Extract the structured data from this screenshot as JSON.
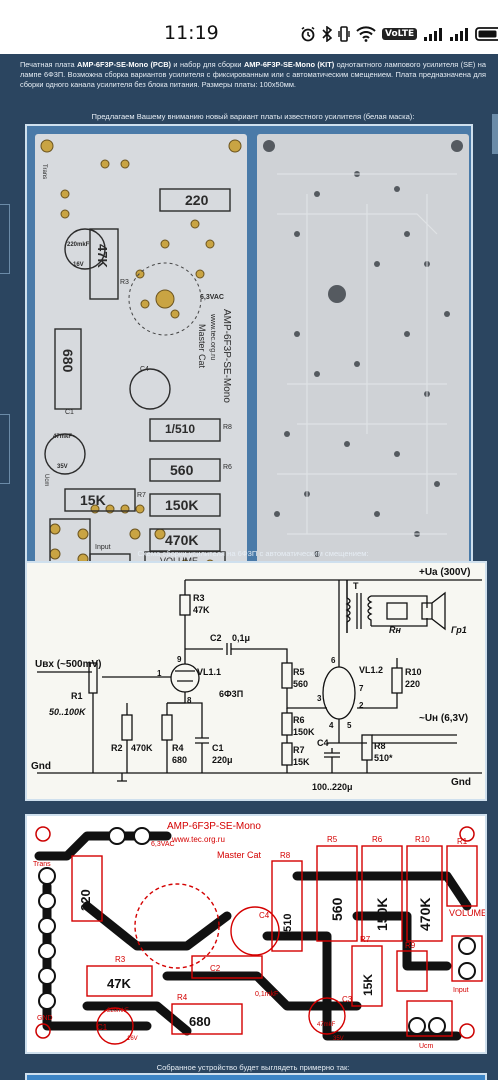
{
  "status_bar": {
    "time": "11:19",
    "volte": "VoLTE"
  },
  "article": {
    "intro_p1": "Печатная плата",
    "product_pcb": "AMP-6F3P-SE-Mono (PCB)",
    "intro_p2": "и набор для сборки",
    "product_kit": "AMP-6F3P-SE-Mono (KIT)",
    "intro_p3": "однотактного лампового усилителя (SE) на лампе 6Ф3П. Возможна сборка вариантов усилителя с фиксированным или с автоматическим смещением. Плата предназначена для сборки одного канала усилителя без блока питания. Размеры платы: 100х50мм.",
    "photo_caption": "Предлагаем Вашему вниманию новый вариант платы известного усилителя (белая маска):",
    "schematic_caption": "Схема сборки усилителя на 6Ф3П с автоматическим смещением:",
    "final_caption": "Собранное устройство будет выглядеть примерно так:"
  },
  "pcb_photo": {
    "labels": {
      "r220": "220",
      "r47k": "47K",
      "r680": "680",
      "r1510": "1/510",
      "r560": "560",
      "r150k": "150K",
      "r15k": "15K",
      "r470k": "470K",
      "cap220": "220mkF",
      "cap47": "47mkF",
      "v16": "16V",
      "v35": "35V",
      "vac": "6,3VAC",
      "title": "AMP-6F3P-SE-Mono",
      "site": "www.tec.org.ru",
      "author": "Master Cat",
      "input": "Input",
      "volume": "VOLUME",
      "trans": "Trans",
      "ucm": "Ucm",
      "c1": "C1",
      "c4": "C4",
      "r6": "R6",
      "r7": "R7",
      "r8": "R8",
      "r3": "R3"
    },
    "watermark": "tec.org.ru"
  },
  "schematic": {
    "ua": "+Ua (300V)",
    "uin": "Uвх (~500mV)",
    "r1": "R1",
    "r1_val": "50..100K",
    "r3": "R3",
    "r3_val": "47K",
    "c2": "C2",
    "c2_val": "0,1μ",
    "vl11": "VL1.1",
    "tube": "6Ф3П",
    "r2": "R2",
    "r2_val": "470K",
    "r4": "R4",
    "r4_val": "680",
    "c1": "C1",
    "c1_val": "220μ",
    "r5": "R5",
    "r5_val": "560",
    "r6": "R6",
    "r6_val": "150K",
    "r7": "R7",
    "r7_val": "15K",
    "c4": "C4",
    "c4_val": "100..220μ",
    "vl12": "VL1.2",
    "r8": "R8",
    "r8_val": "510*",
    "r10": "R10",
    "r10_val": "220",
    "t": "T",
    "rn": "Rн",
    "gr1": "Гр1",
    "un": "~Uн (6,3V)",
    "gnd_left": "Gnd",
    "gnd_right": "Gnd",
    "pin9": "9",
    "pin1": "1",
    "pin8": "8",
    "pin6": "6",
    "pin7": "7",
    "pin3": "3",
    "pin4": "4",
    "pin5": "5",
    "pin2": "2"
  },
  "pcb_layout": {
    "title": "AMP-6F3P-SE-Mono",
    "site": "www.tec.org.ru",
    "author": "Master Cat",
    "vac": "6,3VAC",
    "trans": "Trans",
    "gnd": "GND",
    "input": "Input",
    "volume": "VOLUME",
    "ucm": "Ucm",
    "r1": "R1",
    "r3": "R3",
    "r4": "R4",
    "r5": "R5",
    "r6": "R6",
    "r7": "R7",
    "r8": "R8",
    "r9": "R9",
    "r10": "R10",
    "c1": "C1",
    "c2": "C2",
    "c3": "C3",
    "c4": "C4",
    "v220": "220",
    "v47k": "47K",
    "v680": "680",
    "v1510": "1/510",
    "v560": "560",
    "v150k": "150K",
    "v15k": "15K",
    "v470k": "470K",
    "vcap1": "220mkF",
    "vcap2": "0,1mkF",
    "vcap3": "47mkF",
    "v16": "16V",
    "v35": "35V"
  }
}
